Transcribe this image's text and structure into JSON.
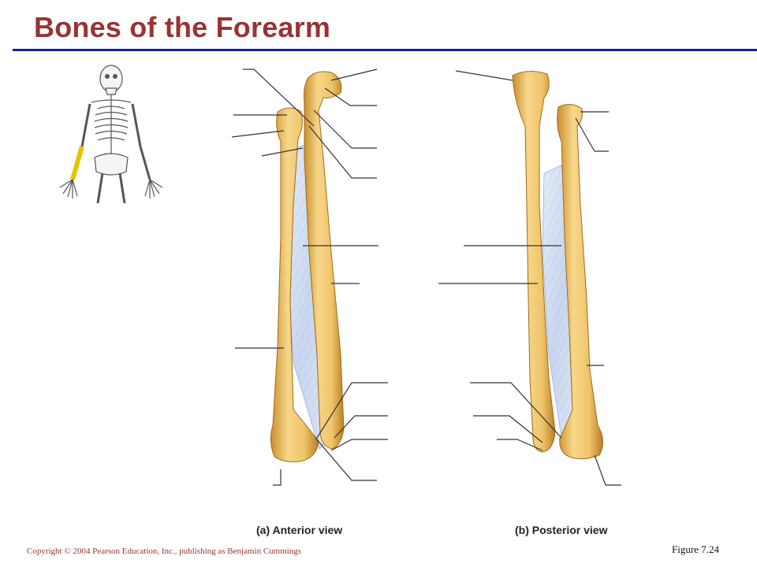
{
  "title": "Bones of the Forearm",
  "captions": {
    "anterior": "(a) Anterior view",
    "posterior": "(b) Posterior view"
  },
  "footer": {
    "copyright": "Copyright © 2004 Pearson Education, Inc., publishing as Benjamin Cummings",
    "figure": "Figure 7.24"
  },
  "colors": {
    "title": "#993333",
    "rule": "#1f1f99",
    "bone": "#f0c46a",
    "bone_shade": "#c98f2e",
    "membrane": "#c8d6ee",
    "leader": "#333333",
    "highlight": "#f5d020"
  }
}
